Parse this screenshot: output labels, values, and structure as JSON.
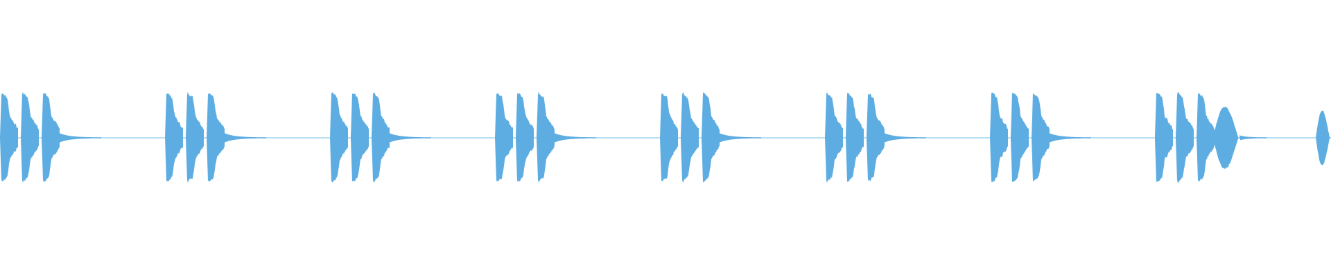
{
  "waveform": {
    "color": "#5dade2",
    "baseline_color": "#8ec9ec",
    "bursts": [
      {
        "type": "triple-peak"
      },
      {
        "type": "triple-peak"
      },
      {
        "type": "triple-peak"
      },
      {
        "type": "triple-peak"
      },
      {
        "type": "triple-peak"
      },
      {
        "type": "triple-peak"
      },
      {
        "type": "triple-peak"
      },
      {
        "type": "triple-peak-with-rounded-tail"
      },
      {
        "type": "partial-rounded"
      }
    ]
  }
}
